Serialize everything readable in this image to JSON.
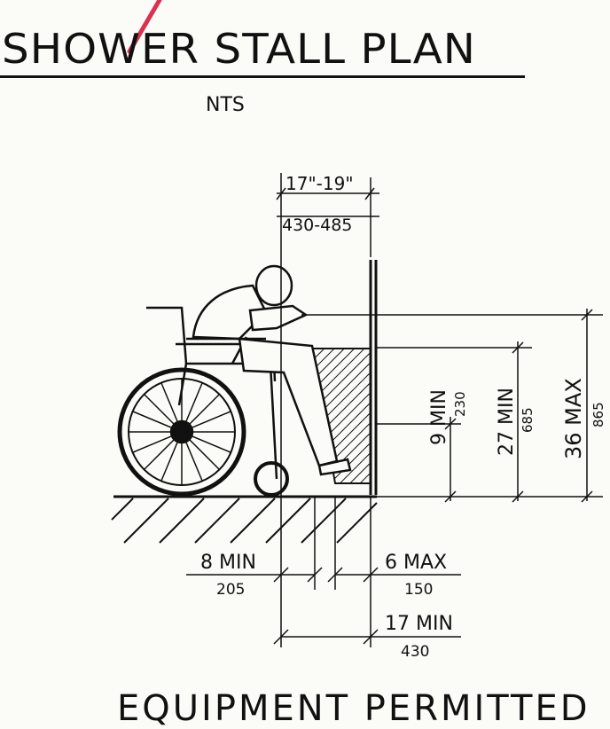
{
  "title": "SHOWER STALL PLAN",
  "scale_note": "NTS",
  "dimensions": {
    "reach_range_imperial": "17\"-19\"",
    "reach_range_metric": "430-485",
    "nine_min": "9 MIN",
    "nine_min_metric": "230",
    "twenty_seven_min": "27 MIN",
    "twenty_seven_min_metric": "685",
    "thirty_six_max": "36 MAX",
    "thirty_six_max_metric": "865",
    "eight_min": "8 MIN",
    "eight_min_metric": "205",
    "six_max": "6 MAX",
    "six_max_metric": "150",
    "seventeen_min": "17 MIN",
    "seventeen_min_metric": "430"
  },
  "footer_text": "EQUIPMENT PERMITTED",
  "colors": {
    "ink": "#111111",
    "accent_mark": "#d9324f",
    "paper": "#fbfbf8"
  }
}
